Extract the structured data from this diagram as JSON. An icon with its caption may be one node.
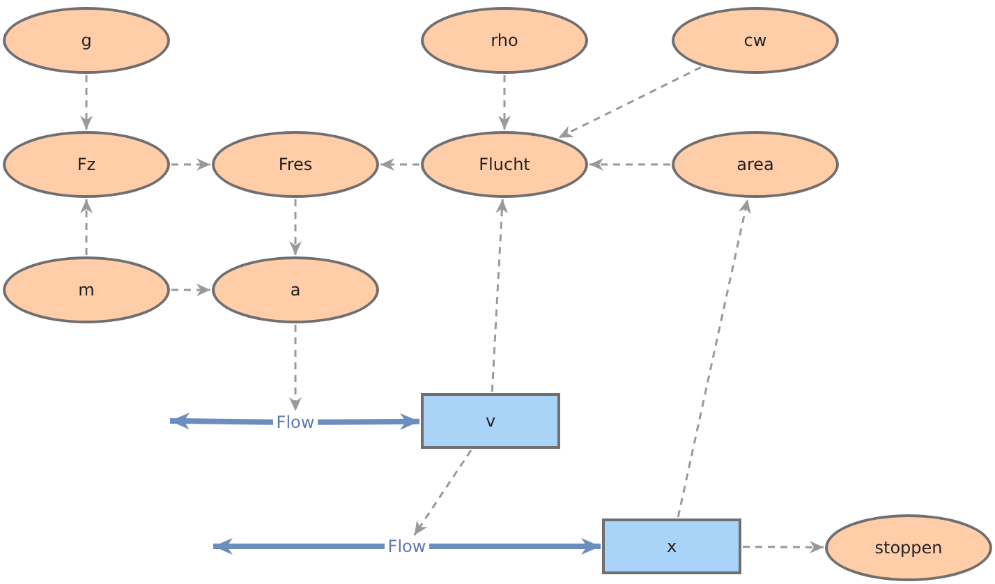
{
  "diagram": {
    "nodes": [
      {
        "text": [
          "g"
        ]
      },
      {
        "text": [
          "rho"
        ]
      },
      {
        "text": [
          "cw"
        ]
      },
      {
        "text": [
          "Fz"
        ]
      },
      {
        "text": [
          "Fres"
        ]
      },
      {
        "text": [
          "Flucht"
        ]
      },
      {
        "text": [
          "area"
        ]
      },
      {
        "text": [
          "m"
        ]
      },
      {
        "text": [
          "a"
        ]
      },
      {
        "text": [
          "Flow"
        ]
      },
      {
        "text": [
          "v"
        ]
      },
      {
        "text": [
          "Flow"
        ]
      },
      {
        "text": [
          "x"
        ]
      },
      {
        "text": [
          "stoppen"
        ]
      }
    ],
    "edges": [
      {
        "from": 0,
        "to": 3,
        "arrow": "to",
        "style": "dashed"
      },
      {
        "from": 1,
        "to": 5,
        "arrow": "to",
        "style": "dashed"
      },
      {
        "from": 2,
        "to": 5,
        "arrow": "to",
        "style": "dashed"
      },
      {
        "from": 3,
        "to": 4,
        "arrow": "to",
        "style": "dashed"
      },
      {
        "from": 5,
        "to": 4,
        "arrow": "to",
        "style": "dashed"
      },
      {
        "from": 6,
        "to": 5,
        "arrow": "to",
        "style": "dashed"
      },
      {
        "from": 7,
        "to": 3,
        "arrow": "to",
        "style": "dashed"
      },
      {
        "from": 4,
        "to": 8,
        "arrow": "to",
        "style": "dashed"
      },
      {
        "from": 7,
        "to": 8,
        "arrow": "to",
        "style": "dashed"
      },
      {
        "from": 8,
        "to": 9,
        "arrow": "to",
        "style": "dashed"
      },
      {
        "from": 10,
        "to": 5,
        "arrow": "to",
        "style": "dashed"
      },
      {
        "from": 9,
        "to": null,
        "arrow": "to",
        "style": "thick",
        "color": "#6c8ebf"
      },
      {
        "from": 9,
        "to": 10,
        "arrow": "to",
        "style": "thick",
        "color": "#6c8ebf"
      },
      {
        "from": 10,
        "to": 11,
        "arrow": "to",
        "style": "dashed"
      },
      {
        "from": 11,
        "to": null,
        "arrow": "to",
        "style": "thick",
        "color": "#6c8ebf"
      },
      {
        "from": 11,
        "to": 12,
        "arrow": "to",
        "style": "thick",
        "color": "#6c8ebf"
      },
      {
        "from": 12,
        "to": 6,
        "arrow": "to",
        "style": "dashed"
      },
      {
        "from": 12,
        "to": 13,
        "arrow": "to",
        "style": "dashed"
      }
    ]
  }
}
